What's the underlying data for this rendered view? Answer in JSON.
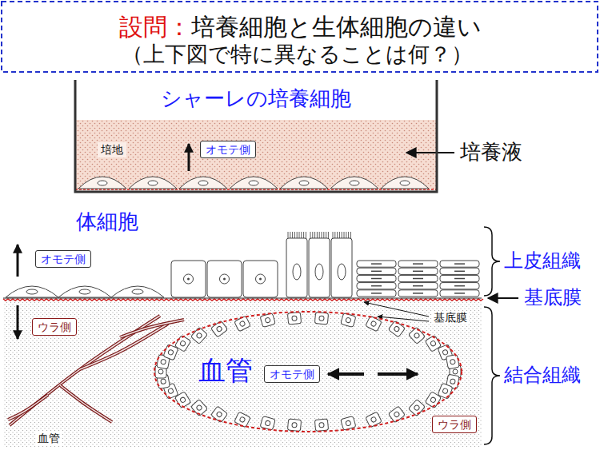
{
  "diagram": {
    "title": "培養細胞と生体細胞の違い",
    "nodes": [
      {
        "text": [
          "シャーレの培養細胞",
          "培地"
        ]
      },
      {
        "text": [
          "オモテ側"
        ],
        "in": 0
      },
      {
        "text": [
          "オモテ側"
        ]
      },
      {
        "text": [
          "ウラ側"
        ]
      },
      {
        "text": [
          "血管"
        ]
      },
      {
        "text": [
          "オモテ側"
        ],
        "in": 4
      },
      {
        "text": [
          "ウラ側"
        ]
      }
    ],
    "labels": [
      "設問：",
      "（上下図で特に異なることは何？）",
      "培養液",
      "体細胞",
      "上皮組織",
      "基底膜",
      "基底膜",
      "結合組織",
      "血管"
    ]
  }
}
